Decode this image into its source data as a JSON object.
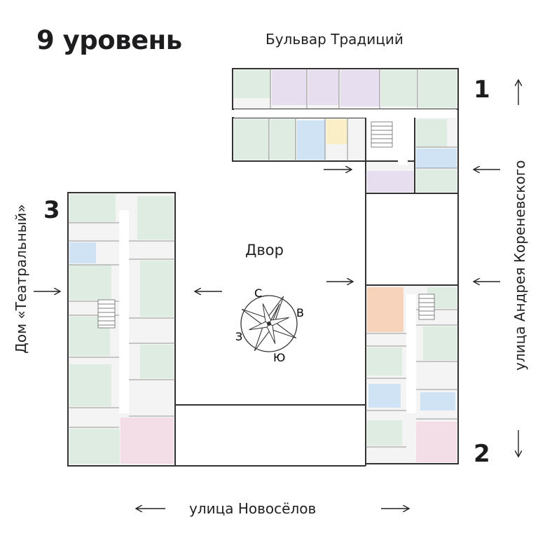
{
  "header": {
    "title": "9 уровень"
  },
  "streets": {
    "top": "Бульвар  Традиций",
    "right": "улица Андрея Кореневского",
    "bottom": "улица Новосёлов",
    "left": "Дом «Театральный»"
  },
  "courtyard": {
    "label": "Двор"
  },
  "sections": [
    {
      "number": "1"
    },
    {
      "number": "2"
    },
    {
      "number": "3"
    }
  ],
  "compass": {
    "n": "С",
    "e": "В",
    "s": "Ю",
    "w": "З"
  },
  "colors": {
    "green": "#dfece2",
    "purple": "#e7dff0",
    "blue": "#cfe3f4",
    "orange": "#f6d3ba",
    "pink": "#f3dde6",
    "wall": "#3a3a3a"
  }
}
